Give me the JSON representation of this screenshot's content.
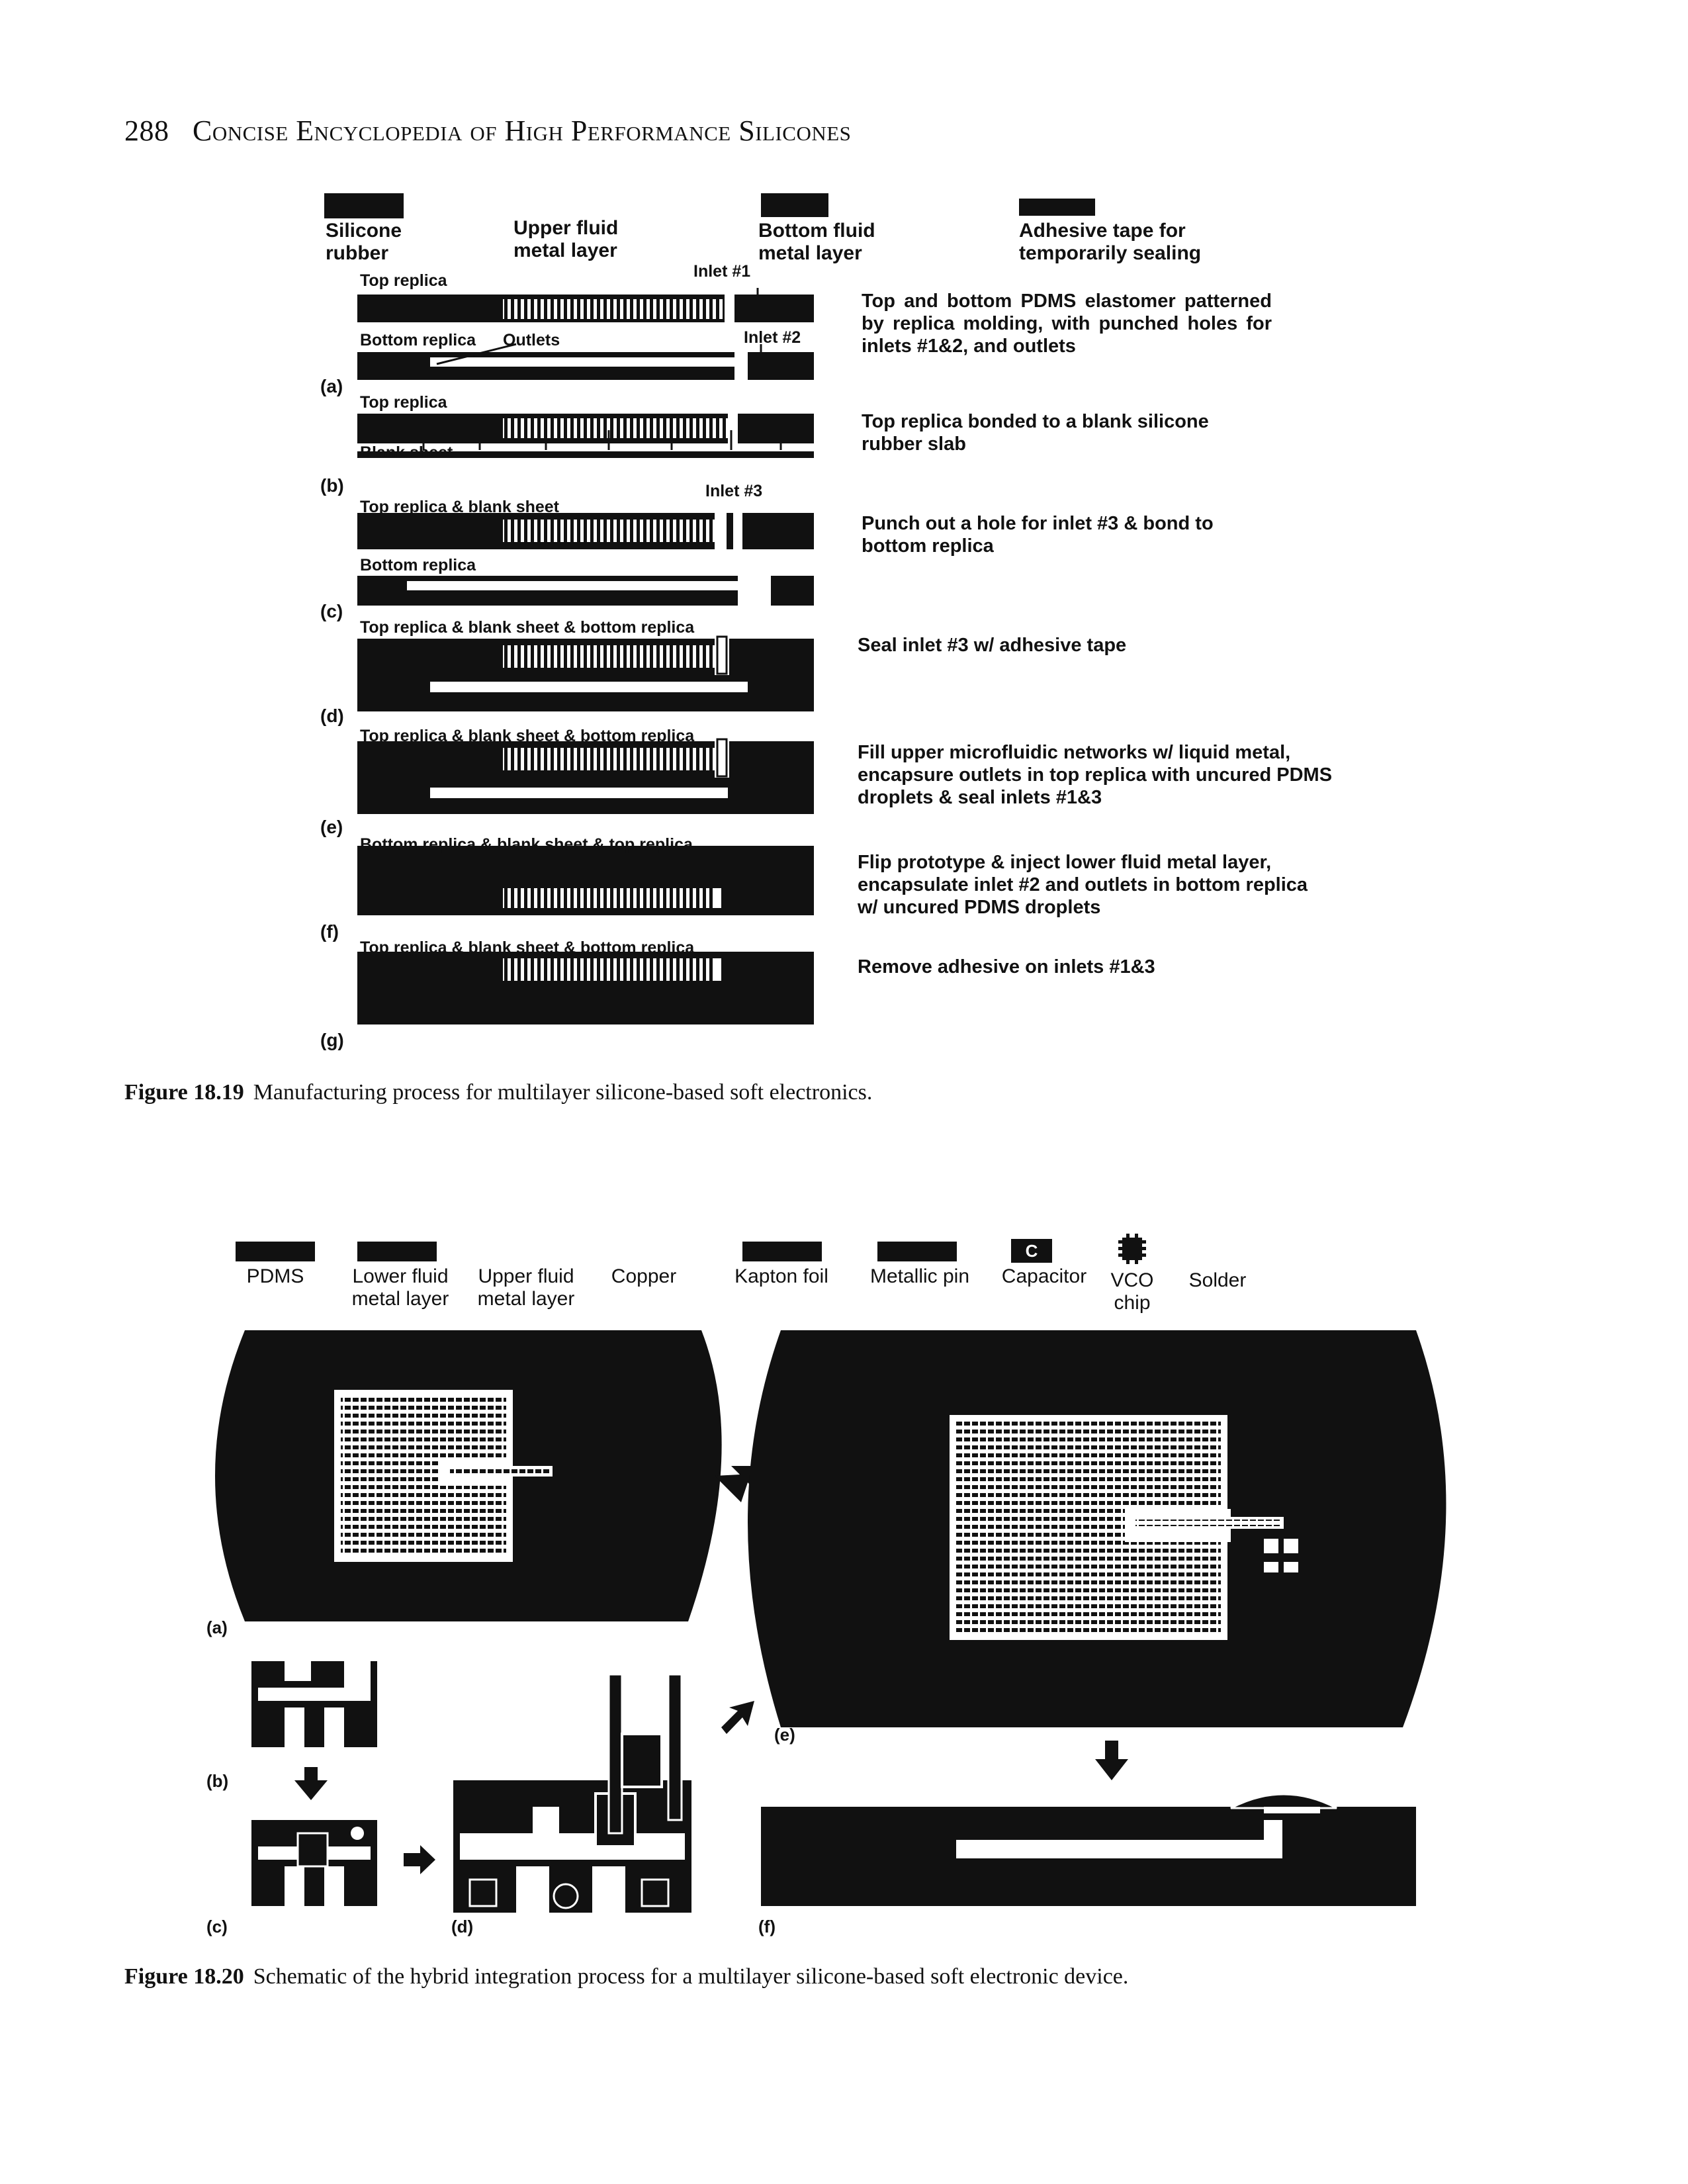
{
  "header": {
    "page_number": "288",
    "book_title": "Concise Encyclopedia of High Performance Silicones"
  },
  "fig19": {
    "legend": [
      {
        "label": "Silicone\nrubber"
      },
      {
        "label": "Upper fluid\nmetal layer"
      },
      {
        "label": "Bottom fluid\nmetal layer"
      },
      {
        "label": "Adhesive tape for\ntemporarily sealing"
      }
    ],
    "labels": {
      "top_replica": "Top replica",
      "bottom_replica": "Bottom replica",
      "outlets": "Outlets",
      "inlet1": "Inlet #1",
      "inlet2": "Inlet #2",
      "inlet3": "Inlet #3",
      "blank_sheet": "Blank sheet",
      "top_blank": "Top replica & blank sheet",
      "top_blank_bottom": "Top replica & blank sheet & bottom replica",
      "bottom_blank_top": "Bottom replica & blank sheet & top replica"
    },
    "steps": [
      {
        "tag": "(a)",
        "text": "Top and bottom PDMS elastomer patterned by replica molding, with punched holes for inlets #1&2, and outlets"
      },
      {
        "tag": "(b)",
        "text": "Top replica bonded to a blank silicone rubber slab"
      },
      {
        "tag": "(c)",
        "text": "Punch out a hole for inlet #3 & bond to bottom replica"
      },
      {
        "tag": "(d)",
        "text": "Seal inlet #3 w/ adhesive tape"
      },
      {
        "tag": "(e)",
        "text": "Fill upper microfluidic networks w/ liquid metal, encapsure outlets in top replica with uncured PDMS droplets & seal inlets #1&3"
      },
      {
        "tag": "(f)",
        "text": "Flip prototype & inject lower fluid metal layer, encapsulate inlet #2 and outlets in bottom replica w/ uncured PDMS droplets"
      },
      {
        "tag": "(g)",
        "text": "Remove adhesive on inlets #1&3"
      }
    ],
    "caption_num": "Figure 18.19",
    "caption_text": "Manufacturing process for multilayer silicone-based soft electronics."
  },
  "fig20": {
    "legend": [
      {
        "label": "PDMS"
      },
      {
        "label": "Lower fluid\nmetal layer"
      },
      {
        "label": "Upper fluid\nmetal layer"
      },
      {
        "label": "Copper"
      },
      {
        "label": "Kapton foil"
      },
      {
        "label": "Metallic pin"
      },
      {
        "label": "Capacitor"
      },
      {
        "label": "VCO\nchip"
      },
      {
        "label": "Solder"
      }
    ],
    "panels": [
      "(a)",
      "(b)",
      "(c)",
      "(d)",
      "(e)",
      "(f)"
    ],
    "capacitor_glyph": "C",
    "caption_num": "Figure 18.20",
    "caption_text": "Schematic of the hybrid integration process for a multilayer silicone-based soft electronic device."
  }
}
